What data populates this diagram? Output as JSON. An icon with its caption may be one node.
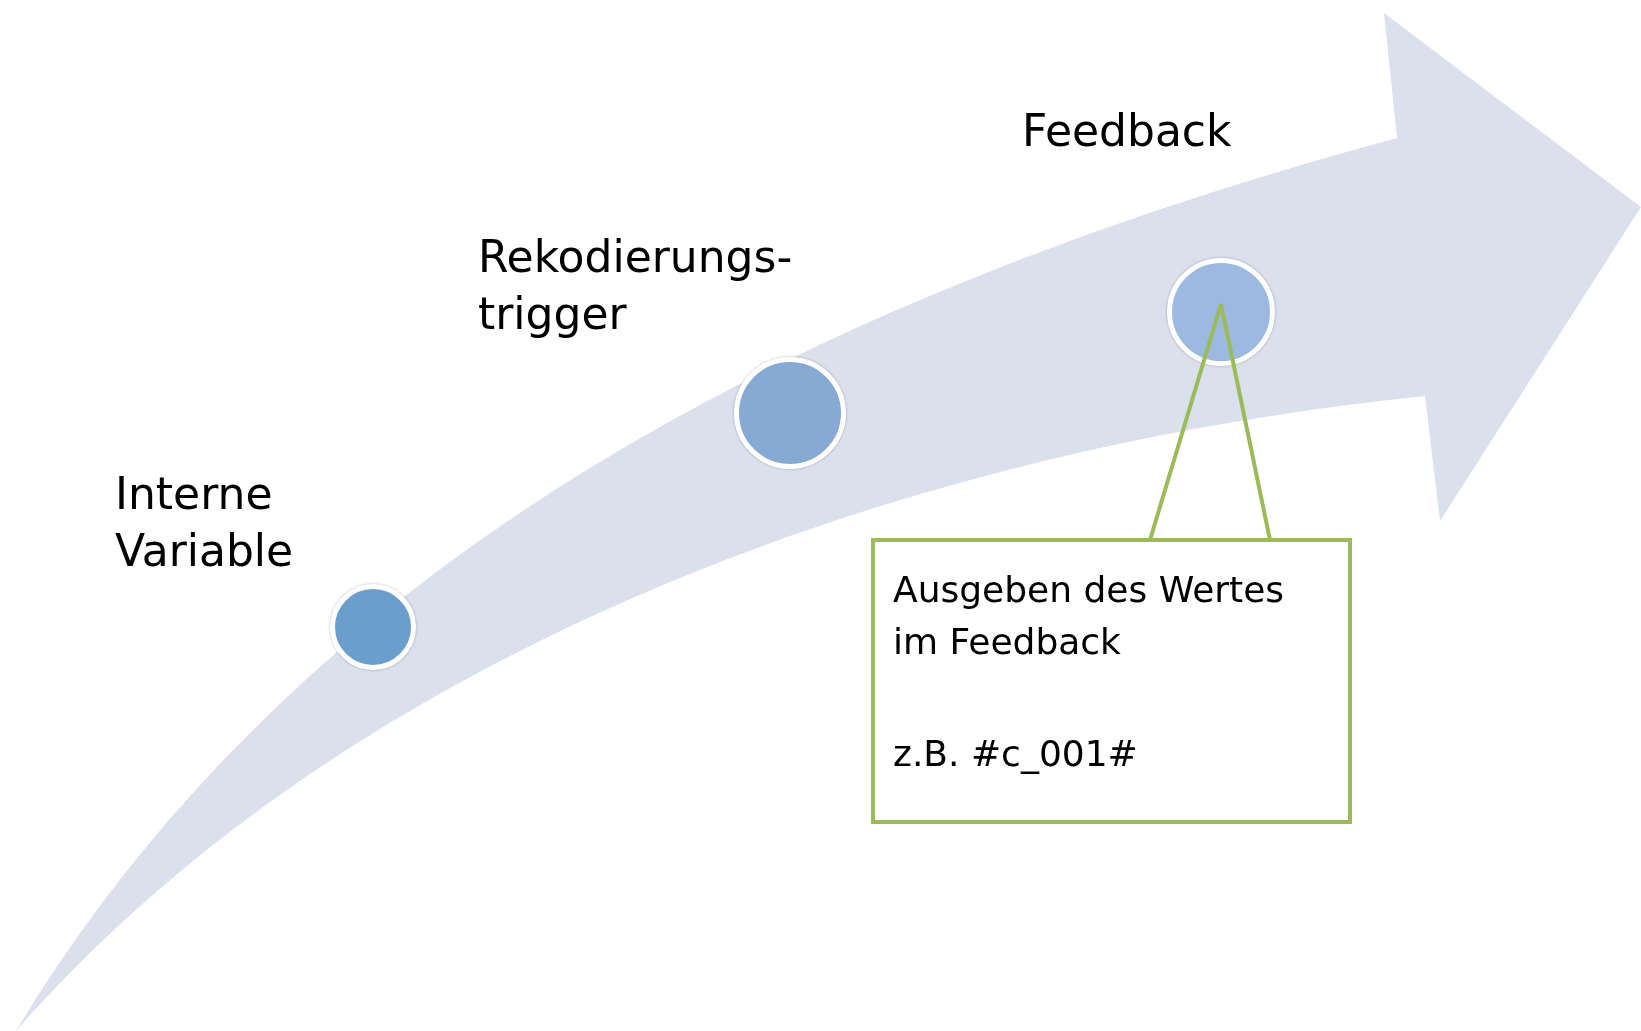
{
  "diagram": {
    "nodes": [
      {
        "text": [
          "Interne Variable"
        ]
      },
      {
        "text": [
          "Rekodierungs- trigger"
        ]
      },
      {
        "text": [
          "Feedback"
        ]
      },
      {
        "text": [
          "Ausgeben des Wertes im Feedback",
          "z.B. #c_001#"
        ]
      }
    ],
    "edges": [
      {
        "from": 3,
        "to": 2,
        "arrow": "none",
        "color": "#9bbb59"
      }
    ]
  }
}
